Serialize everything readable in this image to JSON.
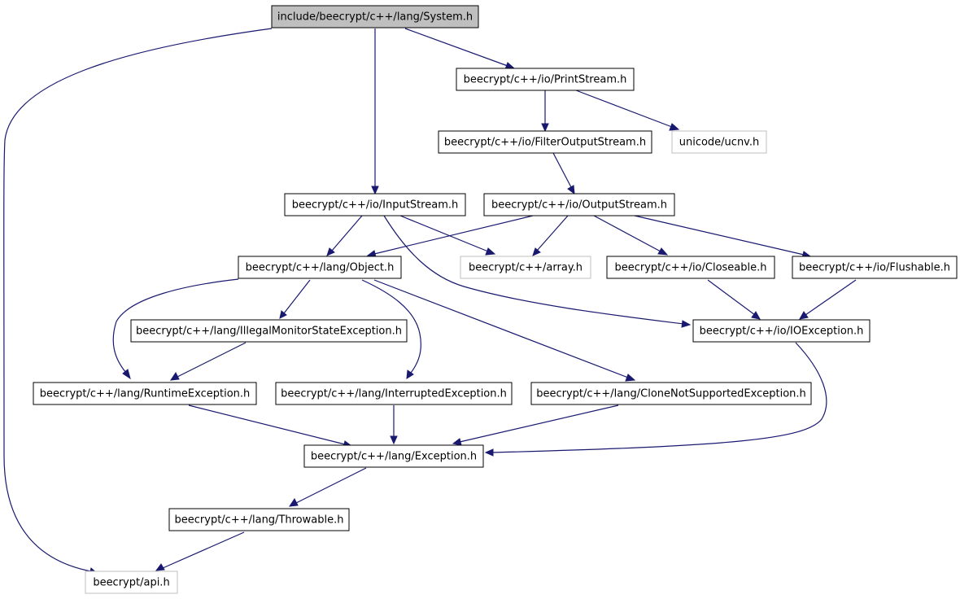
{
  "colors": {
    "edge": "#191970",
    "root_fill": "#bfbfbf",
    "external_border": "#bfbfbf",
    "node_border": "#000000"
  },
  "nodes": {
    "system": "include/beecrypt/c++/lang/System.h",
    "printstream": "beecrypt/c++/io/PrintStream.h",
    "filteroutputstream": "beecrypt/c++/io/FilterOutputStream.h",
    "ucnv": "unicode/ucnv.h",
    "inputstream": "beecrypt/c++/io/InputStream.h",
    "outputstream": "beecrypt/c++/io/OutputStream.h",
    "object": "beecrypt/c++/lang/Object.h",
    "array": "beecrypt/c++/array.h",
    "closeable": "beecrypt/c++/io/Closeable.h",
    "flushable": "beecrypt/c++/io/Flushable.h",
    "illegalmonitor": "beecrypt/c++/lang/IllegalMonitorStateException.h",
    "ioexception": "beecrypt/c++/io/IOException.h",
    "runtimeexception": "beecrypt/c++/lang/RuntimeException.h",
    "interrupted": "beecrypt/c++/lang/InterruptedException.h",
    "clonenotsupported": "beecrypt/c++/lang/CloneNotSupportedException.h",
    "exception": "beecrypt/c++/lang/Exception.h",
    "throwable": "beecrypt/c++/lang/Throwable.h",
    "api": "beecrypt/api.h"
  }
}
